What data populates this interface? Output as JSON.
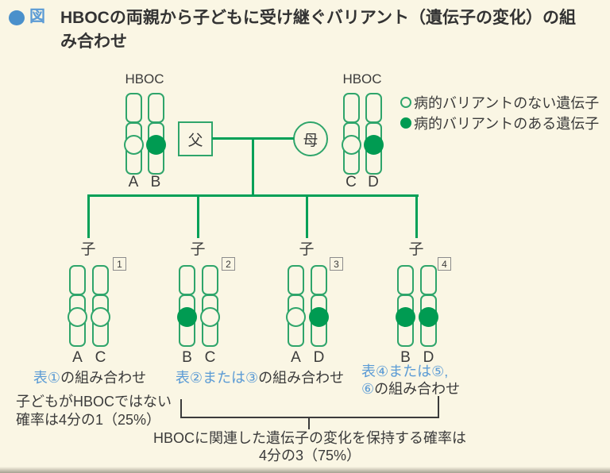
{
  "figure": {
    "bullet_icon": "circle-bullet",
    "tag": "図",
    "title_line1": "HBOCの両親から子どもに受け継ぐバリアント（遺伝子の変化）の組",
    "title_line2": "み合わせ"
  },
  "legend": {
    "items": [
      {
        "label": "病的バリアントのない遺伝子",
        "variant": "open"
      },
      {
        "label": "病的バリアントのある遺伝子",
        "variant": "filled"
      }
    ]
  },
  "parents": {
    "father": {
      "hboc_label": "HBOC",
      "symbol": "父",
      "alleles": [
        {
          "label": "A",
          "variant": "open"
        },
        {
          "label": "B",
          "variant": "filled"
        }
      ]
    },
    "mother": {
      "hboc_label": "HBOC",
      "symbol": "母",
      "alleles": [
        {
          "label": "C",
          "variant": "open"
        },
        {
          "label": "D",
          "variant": "filled"
        }
      ]
    }
  },
  "children": [
    {
      "symbol": "子",
      "number": "1",
      "alleles": [
        {
          "label": "A",
          "variant": "open"
        },
        {
          "label": "C",
          "variant": "open"
        }
      ]
    },
    {
      "symbol": "子",
      "number": "2",
      "alleles": [
        {
          "label": "B",
          "variant": "filled"
        },
        {
          "label": "C",
          "variant": "open"
        }
      ]
    },
    {
      "symbol": "子",
      "number": "3",
      "alleles": [
        {
          "label": "A",
          "variant": "open"
        },
        {
          "label": "D",
          "variant": "filled"
        }
      ]
    },
    {
      "symbol": "子",
      "number": "4",
      "alleles": [
        {
          "label": "B",
          "variant": "filled"
        },
        {
          "label": "D",
          "variant": "filled"
        }
      ]
    }
  ],
  "captions": {
    "child1_blue": "表①",
    "child1_black": "の組み合わせ",
    "child23_blue": "表②または③",
    "child23_black": "の組み合わせ",
    "child4_line1_blue": "表④または⑤,",
    "child4_line2_blue": "⑥",
    "child4_line2_black": "の組み合わせ"
  },
  "notes": {
    "left_line1": "子どもがHBOCではない",
    "left_line2": "確率は4分の1（25%）",
    "bottom_line1": "HBOCに関連した遺伝子の変化を保持する確率は",
    "bottom_line2": "4分の3（75%）"
  },
  "colors": {
    "bg": "#FAF6E4",
    "ink": "#3b3b3b",
    "blue": "#5b9bd5",
    "bullet_blue": "#4a90cb",
    "green_line": "#00a057",
    "green_stroke": "#2fa56b",
    "green_fill": "#009b52"
  }
}
